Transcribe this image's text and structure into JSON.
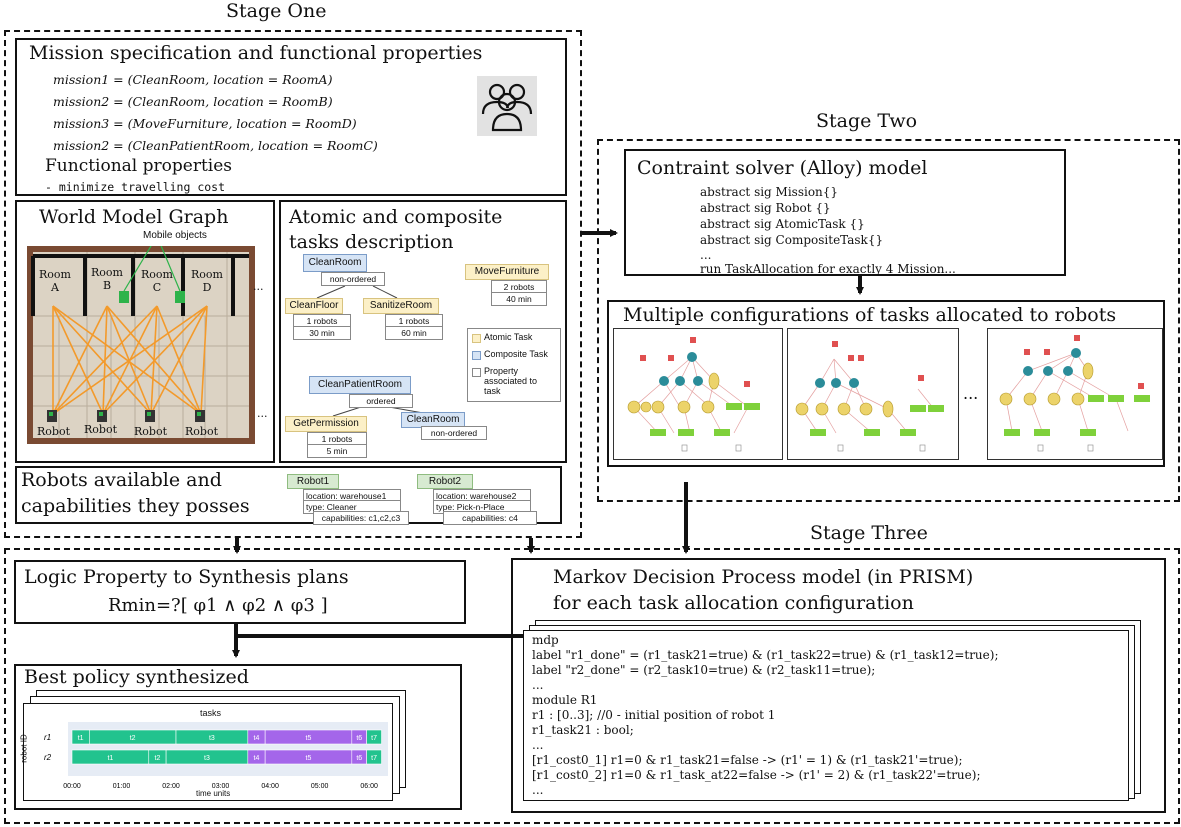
{
  "stages": {
    "one": "Stage One",
    "two": "Stage Two",
    "three": "Stage Three"
  },
  "mission": {
    "title": "Mission specification and functional properties",
    "lines": [
      "mission1 = (CleanRoom, location = RoomA)",
      "mission2 = (CleanRoom, location = RoomB)",
      "mission3 = (MoveFurniture, location = RoomD)",
      "mission2 = (CleanPatientRoom, location = RoomC)"
    ],
    "functional_title": "Functional properties",
    "functional_item": "- minimize travelling cost",
    "icon": "users-icon"
  },
  "world": {
    "title": "World Model Graph",
    "mobile_label": "Mobile objects",
    "rooms": [
      "Room\nA",
      "Room\nB",
      "Room\nC",
      "Room\nD"
    ],
    "robots": [
      "Robot",
      "Robot",
      "Robot",
      "Robot"
    ],
    "ellipsis": "..."
  },
  "tasks": {
    "title_l1": "Atomic and composite",
    "title_l2": "tasks description",
    "clean_room": "CleanRoom",
    "non_ordered": "non-ordered",
    "clean_floor": "CleanFloor",
    "cf_robots": "1 robots",
    "cf_time": "30 min",
    "sanitize": "SanitizeRoom",
    "sz_robots": "1 robots",
    "sz_time": "60 min",
    "move_furniture": "MoveFurniture",
    "mf_robots": "2 robots",
    "mf_time": "40 min",
    "legend_atomic": "Atomic Task",
    "legend_composite": "Composite Task",
    "legend_property": "Property associated to task",
    "clean_patient": "CleanPatientRoom",
    "ordered": "ordered",
    "get_permission": "GetPermission",
    "gp_robots": "1 robots",
    "gp_time": "5 min",
    "clean_room2": "CleanRoom",
    "non_ordered2": "non-ordered"
  },
  "robots_box": {
    "title_l1": "Robots available and",
    "title_l2": "capabilities they posses",
    "r1": {
      "name": "Robot1",
      "location": "location: warehouse1",
      "type": "type: Cleaner",
      "caps": "capabilities: c1,c2,c3"
    },
    "r2": {
      "name": "Robot2",
      "location": "location: warehouse2",
      "type": "type: Pick-n-Place",
      "caps": "capabilities: c4"
    }
  },
  "alloy": {
    "title": "Contraint solver (Alloy) model",
    "lines": [
      "abstract sig Mission{}",
      "abstract sig Robot {}",
      "abstract sig AtomicTask {}",
      "abstract sig CompositeTask{}",
      "...",
      "run TaskAllocation for exactly 4 Mission..."
    ]
  },
  "configs": {
    "title": "Multiple configurations of tasks allocated to robots",
    "ellipsis": "..."
  },
  "logic": {
    "title": "Logic Property to Synthesis plans",
    "formula": "Rmin=?[ φ1 ∧ φ2 ∧ φ3 ]"
  },
  "mdp": {
    "title_l1": "Markov Decision Process model (in PRISM)",
    "title_l2": "for each task allocation configuration",
    "lines": [
      "mdp",
      "label \"r1_done\" = (r1_task21=true) & (r1_task22=true) & (r1_task12=true);",
      "label \"r2_done\" = (r2_task10=true) & (r2_task11=true);",
      "...",
      "module R1",
      "r1 : [0..3]; //0 - initial position of robot 1",
      "r1_task21 : bool;",
      "...",
      "[r1_cost0_1] r1=0 & r1_task21=false -> (r1' = 1) & (r1_task21'=true);",
      "[r1_cost0_2] r1=0 & r1_task_at22=false -> (r1' = 2) & (r1_task22'=true);",
      "..."
    ]
  },
  "policy": {
    "title": "Best policy synthesized",
    "gantt_title": "tasks",
    "ylabel": "robot ID",
    "xlabel": "time units",
    "rows": [
      "r1",
      "r2"
    ],
    "ticks": [
      "00:00",
      "01:00",
      "02:00",
      "03:00",
      "04:00",
      "05:00",
      "06:00"
    ],
    "r1_tasks": [
      {
        "label": "t1",
        "start": 0.0,
        "end": 0.35,
        "color": "#22c38e"
      },
      {
        "label": "t2",
        "start": 0.35,
        "end": 2.1,
        "color": "#22c38e"
      },
      {
        "label": "t3",
        "start": 2.1,
        "end": 3.55,
        "color": "#22c38e"
      },
      {
        "label": "t4",
        "start": 3.55,
        "end": 3.9,
        "color": "#a466ea"
      },
      {
        "label": "t5",
        "start": 3.9,
        "end": 5.65,
        "color": "#a466ea"
      },
      {
        "label": "t6",
        "start": 5.65,
        "end": 5.95,
        "color": "#a466ea"
      },
      {
        "label": "t7",
        "start": 5.95,
        "end": 6.25,
        "color": "#22c38e"
      }
    ],
    "r2_tasks": [
      {
        "label": "t1",
        "start": 0.0,
        "end": 1.55,
        "color": "#22c38e"
      },
      {
        "label": "t2",
        "start": 1.55,
        "end": 1.9,
        "color": "#22c38e"
      },
      {
        "label": "t3",
        "start": 1.9,
        "end": 3.55,
        "color": "#22c38e"
      },
      {
        "label": "t4",
        "start": 3.55,
        "end": 3.9,
        "color": "#a466ea"
      },
      {
        "label": "t5",
        "start": 3.9,
        "end": 5.65,
        "color": "#a466ea"
      },
      {
        "label": "t6",
        "start": 5.65,
        "end": 5.95,
        "color": "#a466ea"
      },
      {
        "label": "t7",
        "start": 5.95,
        "end": 6.25,
        "color": "#22c38e"
      }
    ]
  }
}
